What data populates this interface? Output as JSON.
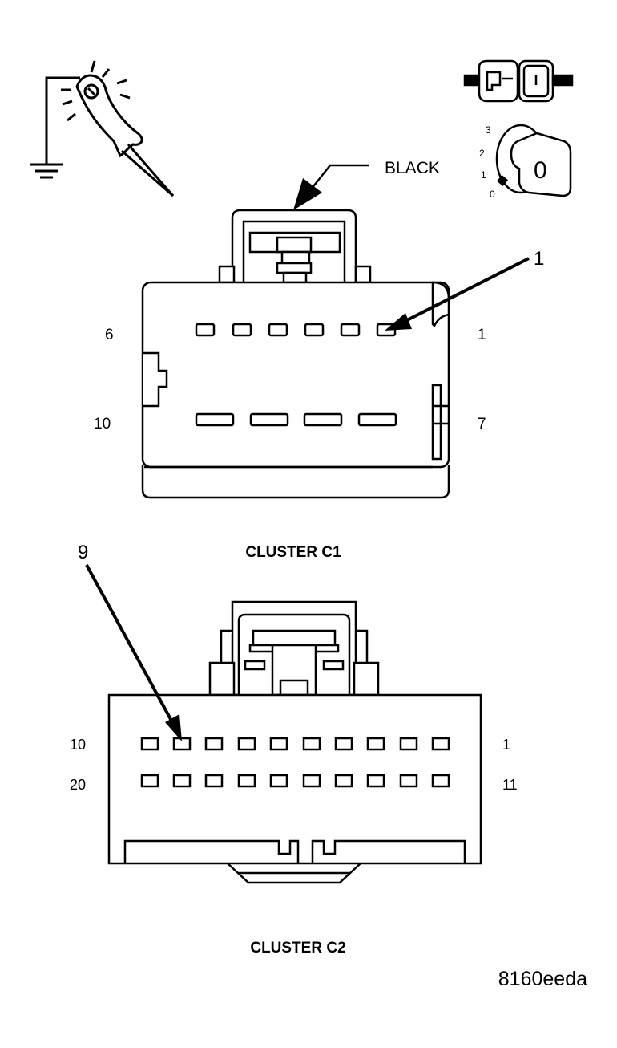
{
  "test_light": {
    "icon": "test-light-icon"
  },
  "ignition": {
    "icon": "ignition-key-icon",
    "positions": [
      "3",
      "2",
      "1",
      "0"
    ],
    "key_label": "0"
  },
  "c1": {
    "wire_color": "BLACK",
    "callout": "1",
    "pin_labels": {
      "top_left": "6",
      "top_right": "1",
      "bottom_left": "10",
      "bottom_right": "7"
    },
    "title": "CLUSTER C1"
  },
  "c2": {
    "callout": "9",
    "pin_labels": {
      "top_left": "10",
      "top_right": "1",
      "bottom_left": "20",
      "bottom_right": "11"
    },
    "title": "CLUSTER C2"
  },
  "figure_id": "8160eeda"
}
